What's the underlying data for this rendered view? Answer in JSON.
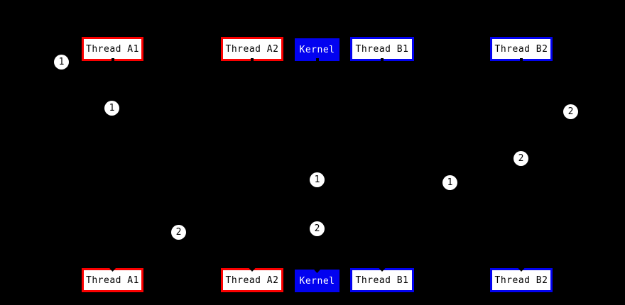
{
  "diagram": {
    "type": "sequence-diagram",
    "background": "#000000",
    "colors": {
      "thread_a_accent": "#fb0000",
      "thread_b_accent": "#0202f0",
      "kernel_fill": "#0202f0",
      "box_fill": "#ffffff",
      "box_text": "#000000",
      "kernel_text": "#ffffff",
      "badge_fill": "#ffffff",
      "badge_text": "#000000"
    },
    "top_row": {
      "boxes": [
        {
          "label": "Thread A1"
        },
        {
          "label": "Thread A2"
        },
        {
          "label": "Kernel"
        },
        {
          "label": "Thread B1"
        },
        {
          "label": "Thread B2"
        }
      ]
    },
    "bottom_row": {
      "boxes": [
        {
          "label": "Thread A1"
        },
        {
          "label": "Thread A2"
        },
        {
          "label": "Kernel"
        },
        {
          "label": "Thread B1"
        },
        {
          "label": "Thread B2"
        }
      ]
    },
    "badges": [
      {
        "label": "1"
      },
      {
        "label": "1"
      },
      {
        "label": "2"
      },
      {
        "label": "2"
      },
      {
        "label": "1"
      },
      {
        "label": "1"
      },
      {
        "label": "2"
      },
      {
        "label": "2"
      }
    ]
  }
}
